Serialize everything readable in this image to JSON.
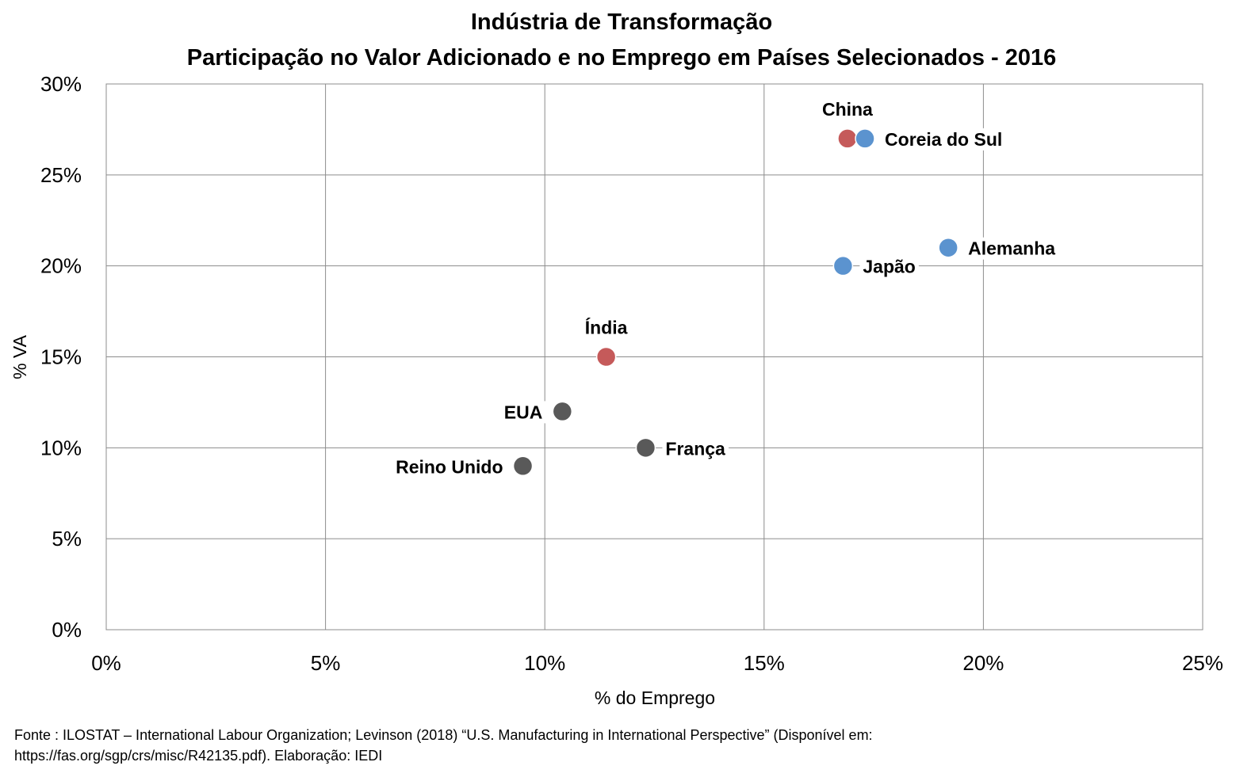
{
  "chart_data": {
    "type": "scatter",
    "title": "Indústria de Transformação",
    "subtitle": "Participação no Valor Adicionado e no Emprego em Países Selecionados - 2016",
    "xlabel": "% do Emprego",
    "ylabel": "% VA",
    "xlim": [
      0,
      25
    ],
    "ylim": [
      0,
      30
    ],
    "x_ticks": [
      0,
      5,
      10,
      15,
      20,
      25
    ],
    "y_ticks": [
      0,
      5,
      10,
      15,
      20,
      25,
      30
    ],
    "x_tick_labels": [
      "0%",
      "5%",
      "10%",
      "15%",
      "20%",
      "25%"
    ],
    "y_tick_labels": [
      "0%",
      "5%",
      "10%",
      "15%",
      "20%",
      "25%",
      "30%"
    ],
    "grid": true,
    "legend": "none",
    "colors": {
      "red": "#c55a5a",
      "blue": "#5b93cf",
      "gray": "#595959"
    },
    "points": [
      {
        "label": "China",
        "x": 16.9,
        "y": 27.0,
        "color": "red",
        "label_pos": "above"
      },
      {
        "label": "Coreia do Sul",
        "x": 17.3,
        "y": 27.0,
        "color": "blue",
        "label_pos": "right"
      },
      {
        "label": "Alemanha",
        "x": 19.2,
        "y": 21.0,
        "color": "blue",
        "label_pos": "right"
      },
      {
        "label": "Japão",
        "x": 16.8,
        "y": 20.0,
        "color": "blue",
        "label_pos": "right"
      },
      {
        "label": "Índia",
        "x": 11.4,
        "y": 15.0,
        "color": "red",
        "label_pos": "above"
      },
      {
        "label": "EUA",
        "x": 10.4,
        "y": 12.0,
        "color": "gray",
        "label_pos": "left"
      },
      {
        "label": "França",
        "x": 12.3,
        "y": 10.0,
        "color": "gray",
        "label_pos": "right"
      },
      {
        "label": "Reino Unido",
        "x": 9.5,
        "y": 9.0,
        "color": "gray",
        "label_pos": "left"
      }
    ]
  },
  "footer": {
    "line1": "Fonte : ILOSTAT – International Labour Organization; Levinson (2018) “U.S. Manufacturing in International Perspective” (Disponível em:",
    "line2": "https://fas.org/sgp/crs/misc/R42135.pdf). Elaboração: IEDI"
  }
}
